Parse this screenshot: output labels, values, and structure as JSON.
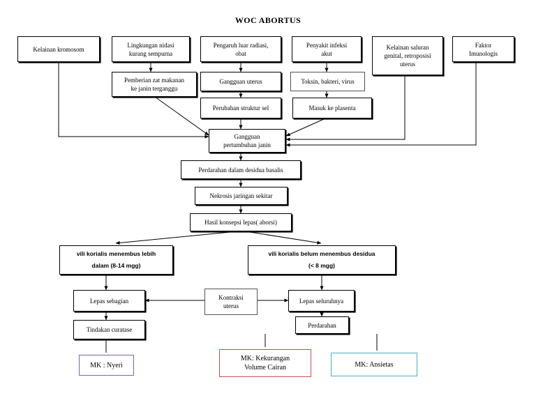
{
  "title": "WOC ABORTUS",
  "diagram": {
    "type": "flowchart",
    "nodes": [
      {
        "id": "kelainan-kromosom",
        "label": "Kelainan kromosom",
        "lines": [
          "Kelainan kromosom"
        ]
      },
      {
        "id": "lingkungan-nidasi",
        "label": "Lingkungan nidasi kurang sempurna",
        "lines": [
          "Lingkungan nidasi",
          "kurang sempurna"
        ]
      },
      {
        "id": "pengaruh-luar",
        "label": "Pengaruh luar radiasi, obat",
        "lines": [
          "Pengaruh luar radiasi,",
          "obat"
        ]
      },
      {
        "id": "penyakit-infeksi",
        "label": "Penyakit infeksi akut",
        "lines": [
          "Penyakit infeksi",
          "akut"
        ]
      },
      {
        "id": "kelainan-saluran",
        "label": "Kelainan saluran genital, retroposisi uterus",
        "lines": [
          "Kelainan saluran",
          "genital, retroposisi",
          "uterus"
        ]
      },
      {
        "id": "faktor-imunologis",
        "label": "Faktor Imunologis",
        "lines": [
          "Faktor",
          "Imunologis"
        ]
      },
      {
        "id": "pemberian-zat",
        "label": "Pemberian zat makanan ke janin terganggu",
        "lines": [
          "Pemberian zat makanan",
          "ke janin terganggu"
        ]
      },
      {
        "id": "gangguan-uterus",
        "label": "Gangguan uterus",
        "lines": [
          "Gangguan uterus"
        ]
      },
      {
        "id": "toksin-bakteri",
        "label": "Toksin, bakteri, virus",
        "lines": [
          "Toksin, bakteri, virus"
        ]
      },
      {
        "id": "perubahan-struktur",
        "label": "Perubahan struktur sel",
        "lines": [
          "Perubahan struktur sel"
        ]
      },
      {
        "id": "masuk-plasenta",
        "label": "Masuk ke plasenta",
        "lines": [
          "Masuk ke plasenta"
        ]
      },
      {
        "id": "gangguan-pertumbuhan",
        "label": "Gangguan pertumbuhan janin",
        "lines": [
          "Gangguan",
          "pertumbuhan janin"
        ]
      },
      {
        "id": "perdarahan-desidua",
        "label": "Perdarahan dalam desidua basalis",
        "lines": [
          "Perdarahan dalam desidua basalis"
        ]
      },
      {
        "id": "nekrosis-jaringan",
        "label": "Nekrosis jaringan sekitar",
        "lines": [
          "Nekrosis jaringan sekitar"
        ]
      },
      {
        "id": "hasil-konsepsi",
        "label": "Hasil konsepsi lepas( aborsi)",
        "lines": [
          "Hasil konsepsi lepas( aborsi)"
        ]
      },
      {
        "id": "vili-menembus",
        "label": "vili  korialis menembus lebih dalam (8-14 mgg)",
        "lines": [
          "vili  korialis menembus lebih",
          "dalam (8-14 mgg)"
        ]
      },
      {
        "id": "vili-belum-menembus",
        "label": "vili  korialis belum menembus desidua (< 8 mgg)",
        "lines": [
          "vili  korialis belum menembus desidua",
          "(< 8 mgg)"
        ]
      },
      {
        "id": "lepas-sebagian",
        "label": "Lepas sebagian",
        "lines": [
          "Lepas sebagian"
        ]
      },
      {
        "id": "kontraksi-uterus",
        "label": "Kontraksi uterus",
        "lines": [
          "Kontraksi",
          "uterus"
        ]
      },
      {
        "id": "lepas-seluruhnya",
        "label": "Lepas seluruhnya",
        "lines": [
          "Lepas seluruhnya"
        ]
      },
      {
        "id": "tindakan-curatase",
        "label": "Tindakan curatase",
        "lines": [
          "Tindakan curatase"
        ]
      },
      {
        "id": "perdarahan",
        "label": "Perdarahan",
        "lines": [
          "Perdarahan"
        ]
      }
    ],
    "outcomes": [
      {
        "id": "mk-nyeri",
        "label": "MK : Nyeri",
        "lines": [
          "MK : Nyeri"
        ],
        "color": "#8064a2"
      },
      {
        "id": "mk-kekurangan",
        "label": "MK: Kekurangan Volume Cairan",
        "lines": [
          "MK: Kekurangan",
          "Volume Cairan"
        ],
        "color": "#c0504d"
      },
      {
        "id": "mk-ansietas",
        "label": "MK: Ansietas",
        "lines": [
          "MK: Ansietas"
        ],
        "color": "#4bacc6"
      }
    ],
    "edges": [
      {
        "from": "kelainan-kromosom",
        "to": "gangguan-pertumbuhan"
      },
      {
        "from": "lingkungan-nidasi",
        "to": "pemberian-zat"
      },
      {
        "from": "pemberian-zat",
        "to": "gangguan-pertumbuhan"
      },
      {
        "from": "pengaruh-luar",
        "to": "gangguan-uterus"
      },
      {
        "from": "gangguan-uterus",
        "to": "perubahan-struktur"
      },
      {
        "from": "perubahan-struktur",
        "to": "gangguan-pertumbuhan"
      },
      {
        "from": "penyakit-infeksi",
        "to": "toksin-bakteri"
      },
      {
        "from": "toksin-bakteri",
        "to": "masuk-plasenta"
      },
      {
        "from": "masuk-plasenta",
        "to": "gangguan-pertumbuhan"
      },
      {
        "from": "kelainan-saluran",
        "to": "gangguan-pertumbuhan"
      },
      {
        "from": "faktor-imunologis",
        "to": "gangguan-pertumbuhan"
      },
      {
        "from": "gangguan-pertumbuhan",
        "to": "perdarahan-desidua"
      },
      {
        "from": "perdarahan-desidua",
        "to": "nekrosis-jaringan"
      },
      {
        "from": "nekrosis-jaringan",
        "to": "hasil-konsepsi"
      },
      {
        "from": "hasil-konsepsi",
        "to": "vili-menembus"
      },
      {
        "from": "hasil-konsepsi",
        "to": "vili-belum-menembus"
      },
      {
        "from": "vili-menembus",
        "to": "lepas-sebagian"
      },
      {
        "from": "vili-belum-menembus",
        "to": "lepas-seluruhnya"
      },
      {
        "from": "kontraksi-uterus",
        "to": "lepas-sebagian"
      },
      {
        "from": "kontraksi-uterus",
        "to": "lepas-seluruhnya"
      },
      {
        "from": "lepas-sebagian",
        "to": "tindakan-curatase"
      },
      {
        "from": "lepas-seluruhnya",
        "to": "perdarahan"
      },
      {
        "from": "tindakan-curatase",
        "to": "mk-nyeri"
      },
      {
        "from": "perdarahan",
        "to": "mk-kekurangan"
      },
      {
        "from": "perdarahan",
        "to": "mk-ansietas"
      }
    ]
  }
}
